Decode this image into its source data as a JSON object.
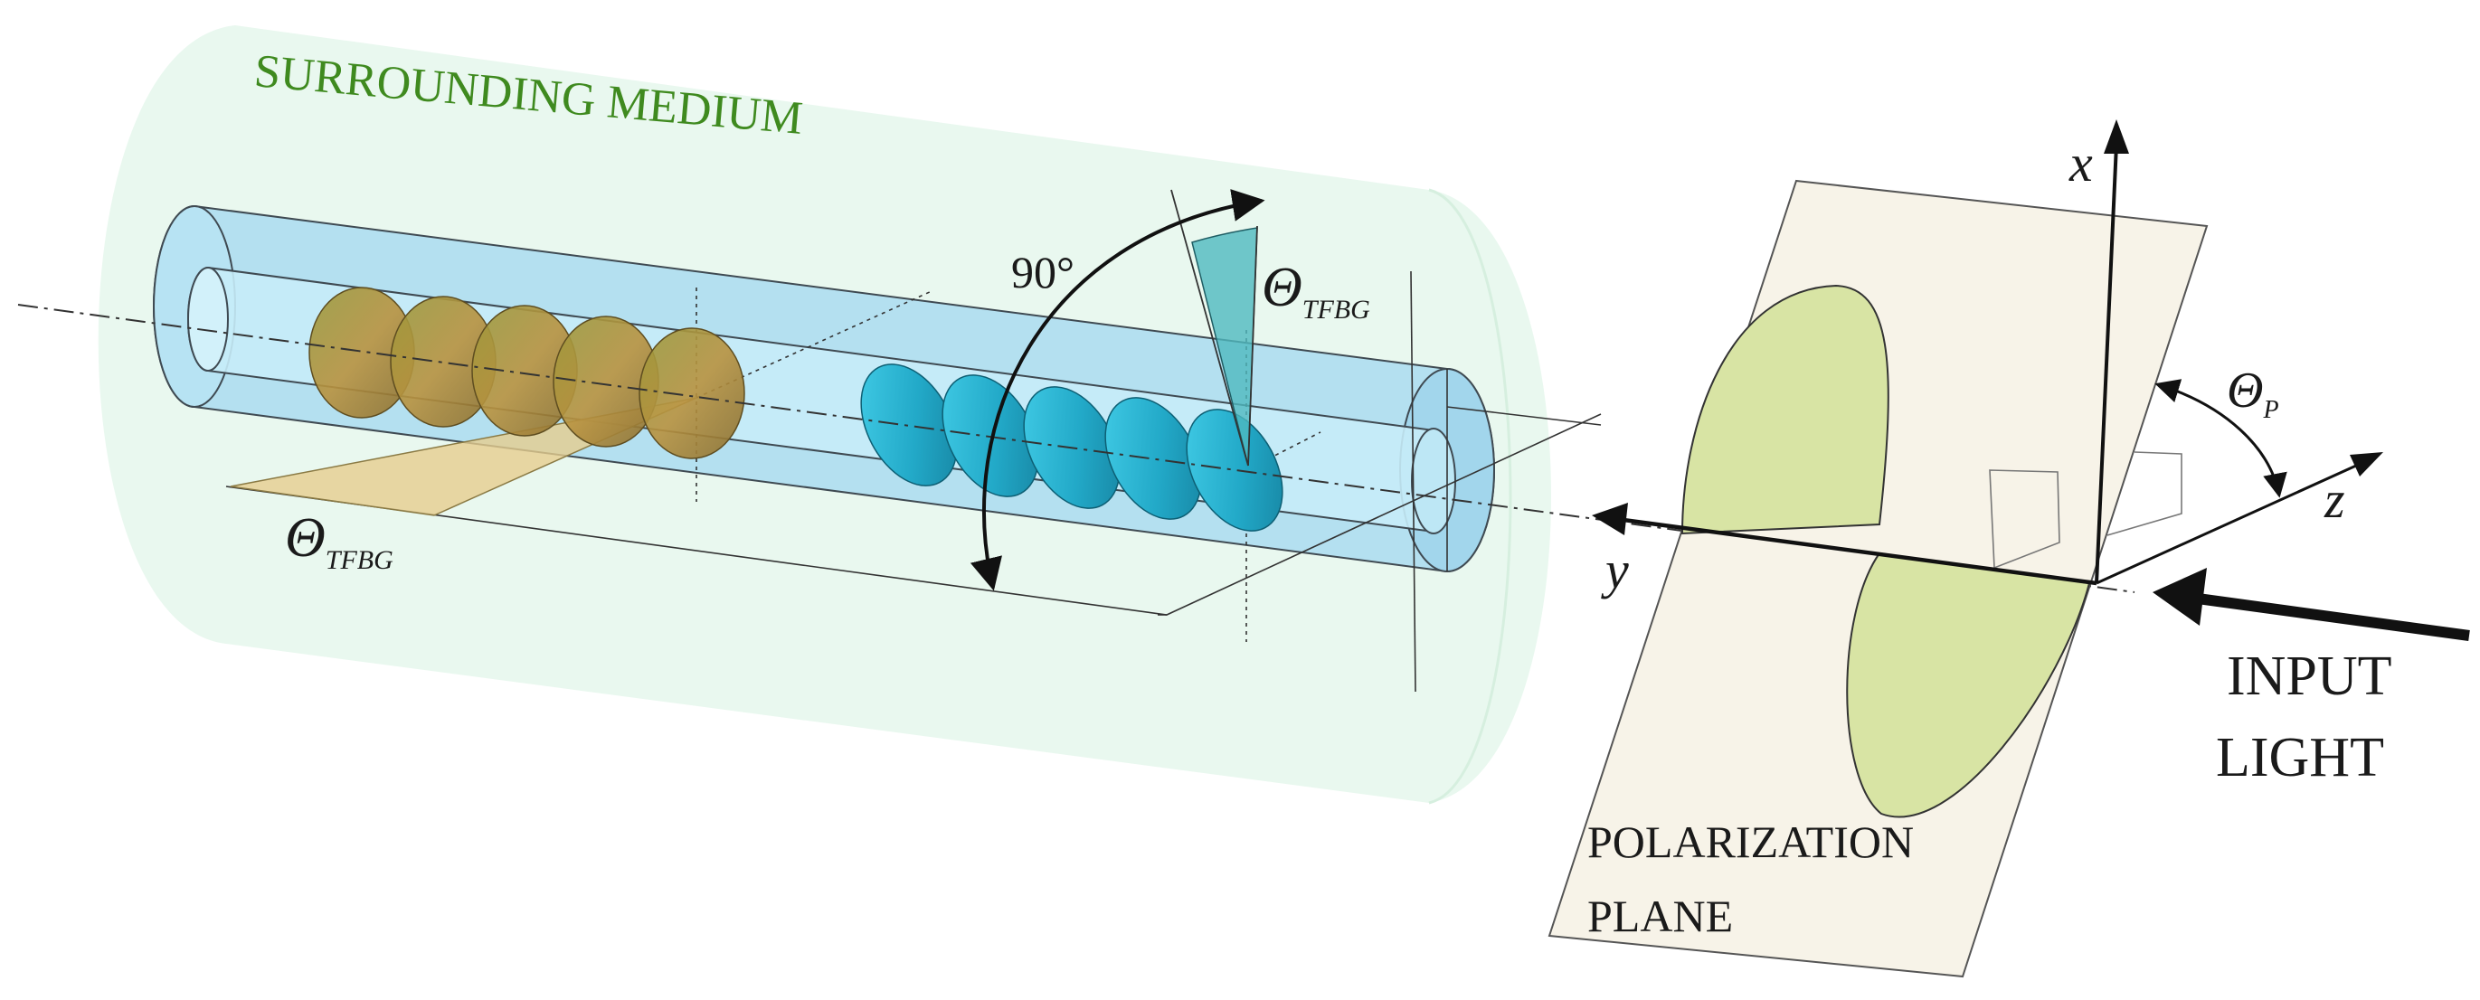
{
  "labels": {
    "surrounding_medium": "SURROUNDING MEDIUM",
    "angle_90": "90°",
    "theta": "Θ",
    "tfbg_sub": "TFBG",
    "p_sub": "P",
    "axis_x": "x",
    "axis_y": "y",
    "axis_z": "z",
    "input_light_line1": "INPUT",
    "input_light_line2": "LIGHT",
    "polarization_plane_line1": "POLARIZATION",
    "polarization_plane_line2": "PLANE"
  },
  "colors": {
    "medium_fill": "#e8f8ee",
    "cladding_fill": "#a9dcef",
    "core_fill": "#c4ecf8",
    "grating_amber": "#b9944a",
    "grating_cyan": "#2fb6d2",
    "tilt_wedge_amber": "#e3c98a",
    "tilt_wedge_cyan": "#4fb9bf",
    "plane_fill": "#f6f2e7",
    "ellipse_fill": "#d8e4a3",
    "medium_text": "#3f8a1f"
  }
}
